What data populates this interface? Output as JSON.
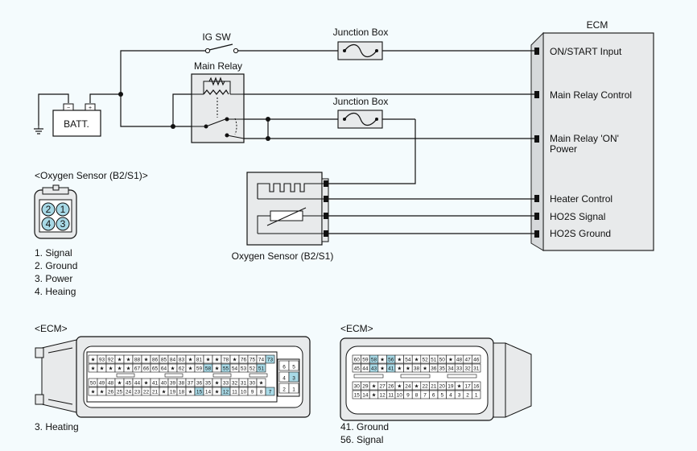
{
  "schematic": {
    "ig_sw": "IG SW",
    "junction_box_1": "Junction Box",
    "junction_box_2": "Junction Box",
    "battery": "BATT.",
    "main_relay": "Main Relay",
    "oxygen_sensor": "Oxygen Sensor (B2/S1)",
    "ecm": {
      "title": "ECM",
      "pins": [
        "ON/START Input",
        "Main Relay Control",
        "Main Relay 'ON'",
        "Power",
        "Heater Control",
        "HO2S  Signal",
        "HO2S  Ground"
      ]
    }
  },
  "o2_connector": {
    "title": "<Oxygen Sensor (B2/S1)>",
    "pins": [
      "2",
      "1",
      "4",
      "3"
    ],
    "legend": [
      "1. Signal",
      "2. Ground",
      "3. Power",
      "4. Heaing"
    ]
  },
  "ecm_connector_1": {
    "title": "<ECM>",
    "note": "3. Heating",
    "rows": [
      [
        "★",
        "93",
        "92",
        "★",
        "★",
        "88",
        "★",
        "86",
        "85",
        "84",
        "83",
        "★",
        "81",
        "★",
        "★",
        "78",
        "★",
        "76",
        "75",
        "74",
        "73"
      ],
      [
        "★",
        "★",
        "★",
        "★",
        "★",
        "67",
        "66",
        "65",
        "64",
        "★",
        "62",
        "★",
        "59",
        "58",
        "★",
        "55",
        "54",
        "53",
        "52",
        "51"
      ],
      [
        "50",
        "49",
        "48",
        "★",
        "45",
        "44",
        "★",
        "41",
        "40",
        "39",
        "38",
        "37",
        "36",
        "35",
        "★",
        "33",
        "32",
        "31",
        "30",
        "★"
      ],
      [
        "★",
        "★",
        "26",
        "25",
        "24",
        "23",
        "22",
        "21",
        "★",
        "19",
        "18",
        "★",
        "15",
        "14",
        "★",
        "12",
        "11",
        "10",
        "9",
        "8",
        "7"
      ]
    ],
    "side_rows": [
      [
        "6",
        "5"
      ],
      [
        "4",
        "3"
      ],
      [
        "2",
        "1"
      ]
    ],
    "highlight": [
      "73",
      "51",
      "58",
      "55",
      "15",
      "12",
      "7",
      "3"
    ]
  },
  "ecm_connector_2": {
    "title": "<ECM>",
    "notes": [
      "41. Ground",
      "56. Signal"
    ],
    "rows": [
      [
        "60",
        "59",
        "58",
        "★",
        "56",
        "★",
        "54",
        "★",
        "52",
        "51",
        "50",
        "★",
        "48",
        "47",
        "46"
      ],
      [
        "45",
        "44",
        "43",
        "★",
        "41",
        "★",
        "★",
        "38",
        "★",
        "36",
        "35",
        "34",
        "33",
        "32",
        "31"
      ],
      [
        "30",
        "29",
        "★",
        "27",
        "26",
        "★",
        "24",
        "★",
        "22",
        "21",
        "20",
        "19",
        "★",
        "17",
        "16"
      ],
      [
        "15",
        "14",
        "★",
        "12",
        "11",
        "10",
        "9",
        "8",
        "7",
        "6",
        "5",
        "4",
        "3",
        "2",
        "1"
      ]
    ],
    "highlight": [
      "58",
      "56",
      "43",
      "41"
    ]
  }
}
